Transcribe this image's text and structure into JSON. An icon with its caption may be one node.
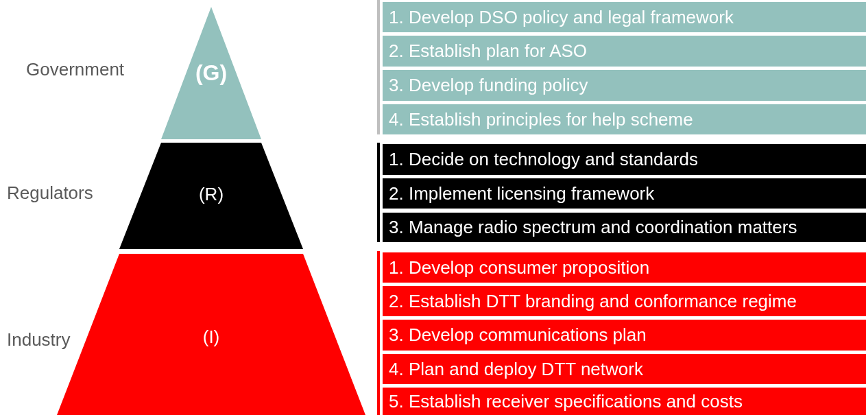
{
  "diagram": {
    "nodes": [
      {
        "text": [
          "(G)"
        ],
        "beside": [
          "Government"
        ]
      },
      {
        "text": [
          "(R)"
        ],
        "beside": [
          "Regulators"
        ]
      },
      {
        "text": [
          "(I)"
        ],
        "beside": [
          "Industry"
        ]
      },
      {
        "text": [
          "1. Develop DSO policy and legal framework"
        ]
      },
      {
        "text": [
          "2. Establish plan for ASO"
        ]
      },
      {
        "text": [
          "3. Develop funding policy"
        ]
      },
      {
        "text": [
          "4. Establish principles for help scheme"
        ]
      },
      {
        "text": [
          "1. Decide on technology and standards"
        ]
      },
      {
        "text": [
          "2. Implement licensing framework"
        ]
      },
      {
        "text": [
          "3. Manage radio spectrum and coordination matters"
        ]
      },
      {
        "text": [
          "1. Develop consumer proposition"
        ]
      },
      {
        "text": [
          "2. Establish DTT branding and conformance regime"
        ]
      },
      {
        "text": [
          "3. Develop communications plan"
        ]
      },
      {
        "text": [
          "4. Plan and deploy DTT network"
        ]
      },
      {
        "text": [
          "5. Establish receiver specifications and costs"
        ]
      }
    ]
  }
}
